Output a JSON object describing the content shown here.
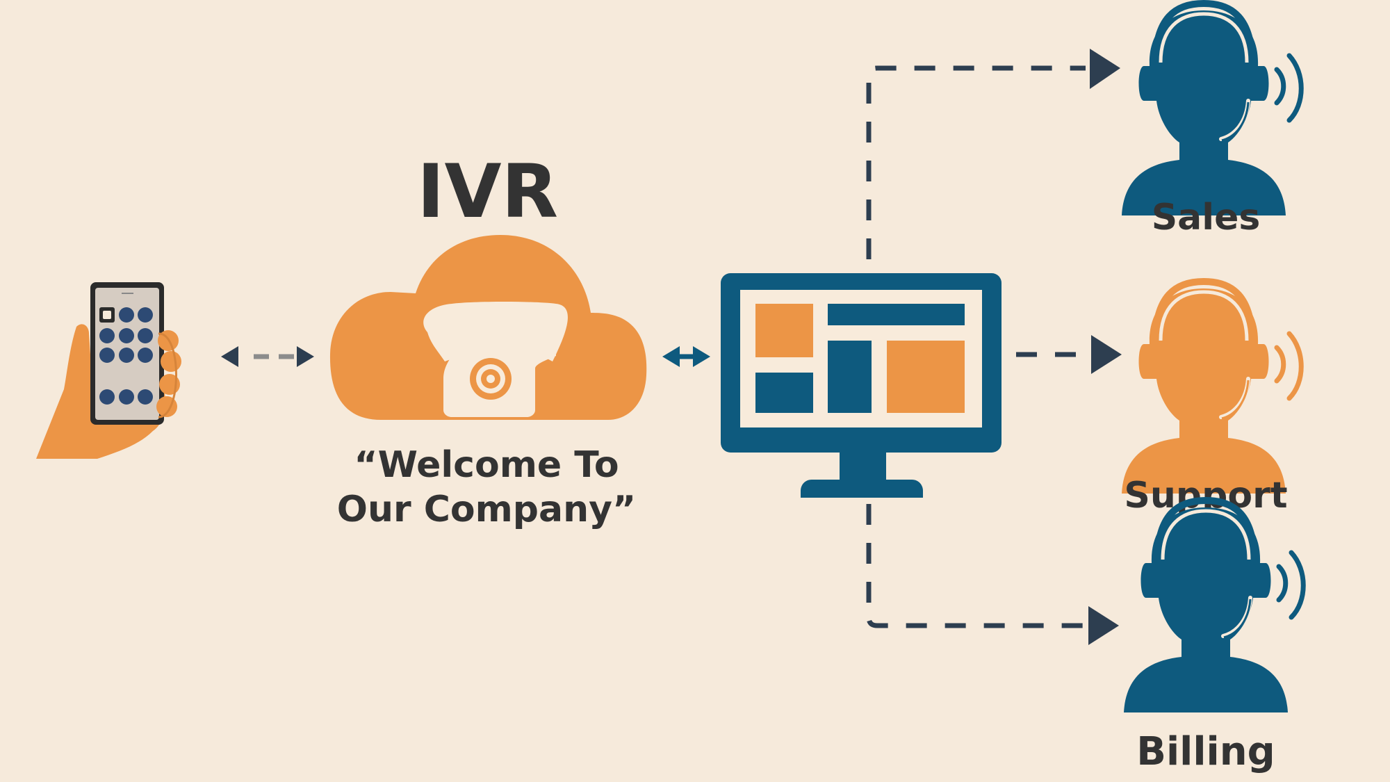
{
  "title": "IVR",
  "greeting": {
    "line1": "“Welcome To",
    "line2": "Our Company”"
  },
  "departments": [
    {
      "label": "Sales",
      "icon": "agent-headset-icon",
      "color": "#0e5a7e"
    },
    {
      "label": "Support",
      "icon": "agent-headset-icon",
      "color": "#ec9546"
    },
    {
      "label": "Billing",
      "icon": "agent-headset-icon",
      "color": "#0e5a7e"
    }
  ],
  "icons": {
    "caller": "hand-holding-phone-icon",
    "ivr": "cloud-telephone-icon",
    "router": "computer-monitor-icon"
  },
  "colors": {
    "background": "#f6eadb",
    "orange": "#ec9546",
    "blue": "#0e5a7e",
    "navy": "#2d3e50",
    "text": "#333333",
    "cream": "#f8ebdb"
  }
}
